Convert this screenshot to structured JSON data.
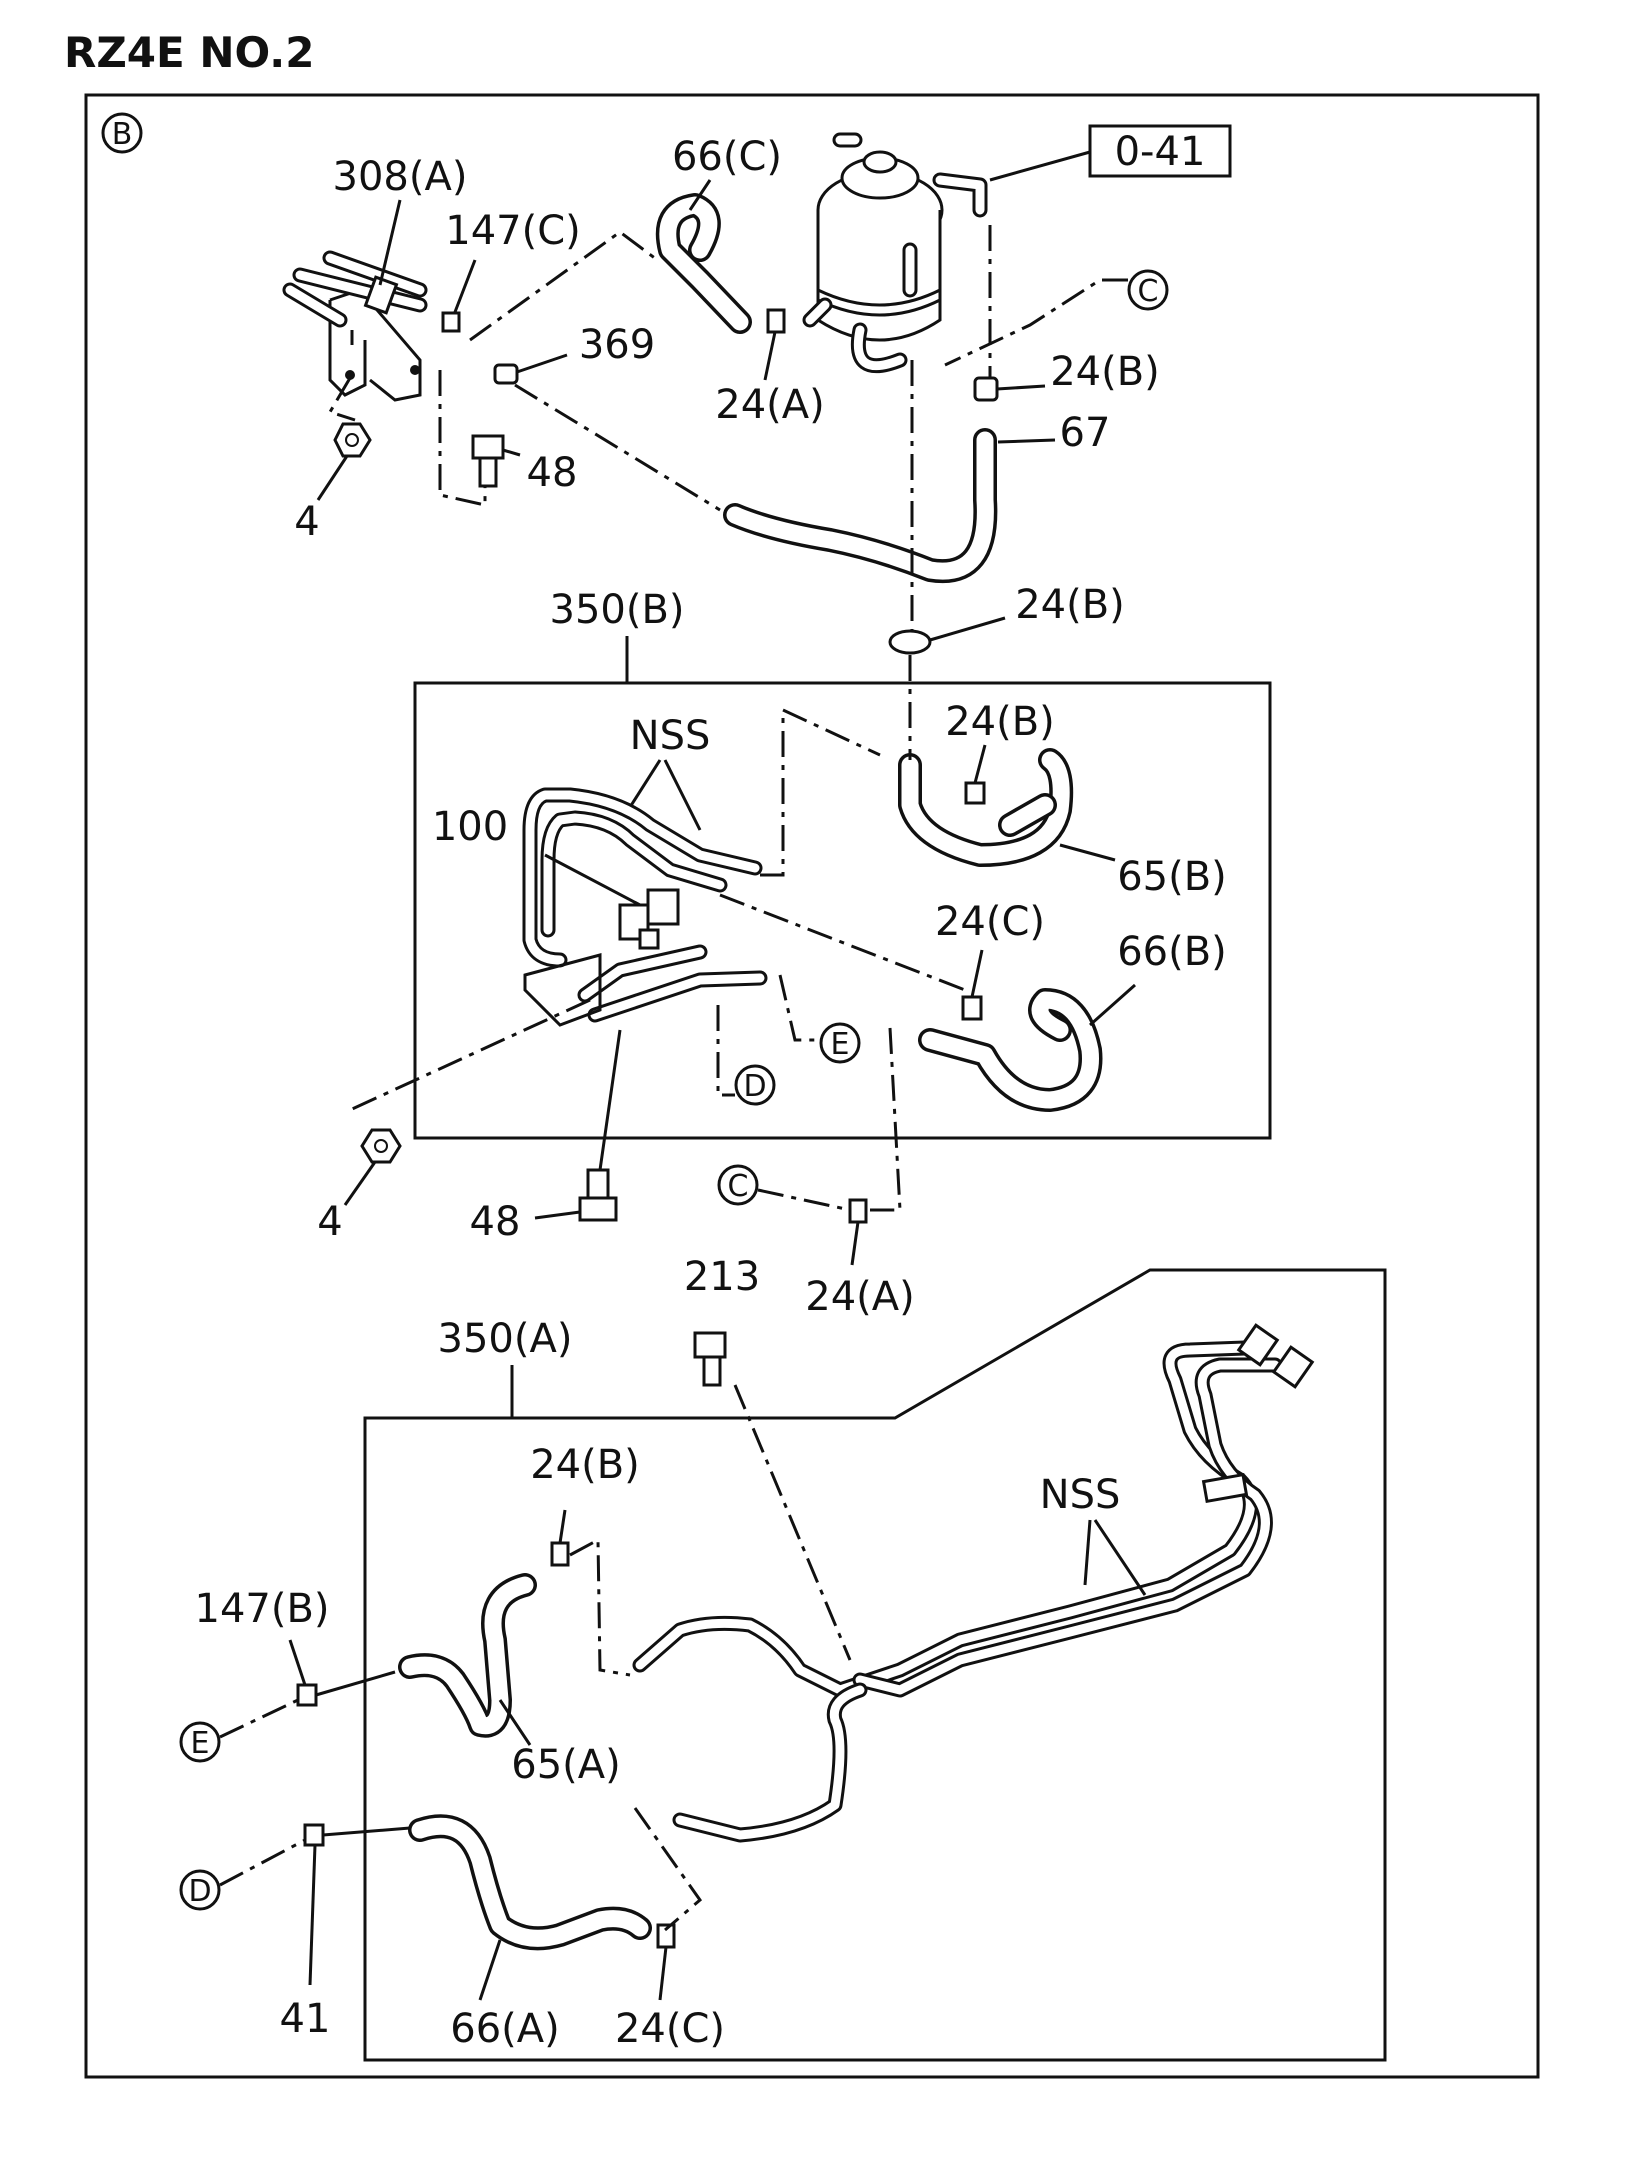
{
  "title": "RZ4E NO.2",
  "frame_marker": "B",
  "ref_box": "0-41",
  "connectors": {
    "C": "C",
    "D": "D",
    "E": "E"
  },
  "groups": {
    "upper": "350(B)",
    "lower": "350(A)"
  },
  "labels": {
    "l308a": "308(A)",
    "l147c": "147(C)",
    "l66c": "66(C)",
    "l369": "369",
    "l24a_top": "24(A)",
    "l24b_top": "24(B)",
    "l67": "67",
    "l48_top": "48",
    "l4_top": "4",
    "l24b_mid": "24(B)",
    "lnss_upper": "NSS",
    "l24b_box": "24(B)",
    "l100": "100",
    "l65b": "65(B)",
    "l24c_box": "24(C)",
    "l66b": "66(B)",
    "l4_mid": "4",
    "l48_mid": "48",
    "l24a_mid": "24(A)",
    "l213": "213",
    "l24b_low": "24(B)",
    "lnss_lower": "NSS",
    "l147b": "147(B)",
    "l65a": "65(A)",
    "l41": "41",
    "l66a": "66(A)",
    "l24c_low": "24(C)"
  }
}
